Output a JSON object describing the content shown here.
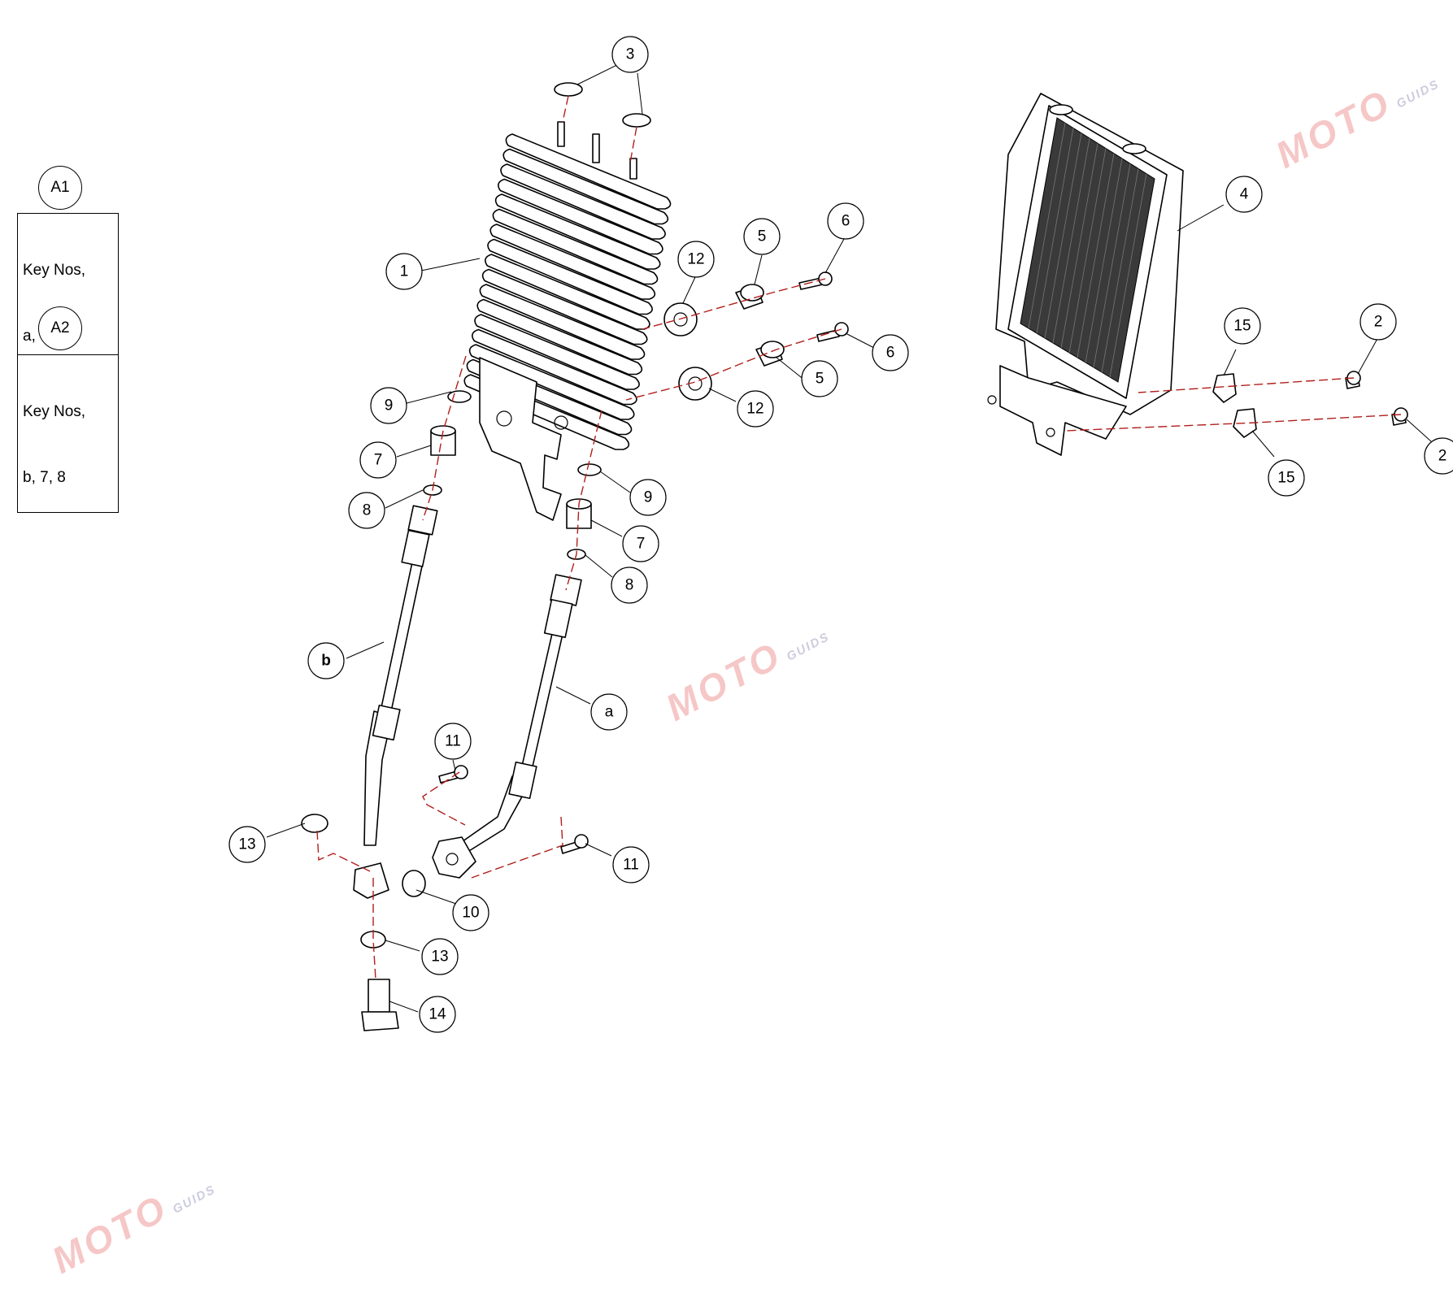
{
  "assemblies": [
    {
      "id": "A1",
      "key_lines": [
        "Key Nos,",
        "a, 7, 8"
      ]
    },
    {
      "id": "A2",
      "key_lines": [
        "Key Nos,",
        "b, 7, 8"
      ]
    }
  ],
  "callouts": {
    "c1": "1",
    "c2a": "2",
    "c2b": "2",
    "c3": "3",
    "c4": "4",
    "c5a": "5",
    "c5b": "5",
    "c6a": "6",
    "c6b": "6",
    "c7a": "7",
    "c7b": "7",
    "c8a": "8",
    "c8b": "8",
    "c9a": "9",
    "c9b": "9",
    "c10": "10",
    "c11a": "11",
    "c11b": "11",
    "c12a": "12",
    "c12b": "12",
    "c13a": "13",
    "c13b": "13",
    "c14": "14",
    "c15a": "15",
    "c15b": "15",
    "ca": "a",
    "cb": "b"
  },
  "watermark": {
    "brand": "MOTO",
    "sub": "GUIDS"
  },
  "colors": {
    "centerline": "#b0201c",
    "watermark_red": "#e23b3b",
    "watermark_blue": "#4a4a8a"
  }
}
